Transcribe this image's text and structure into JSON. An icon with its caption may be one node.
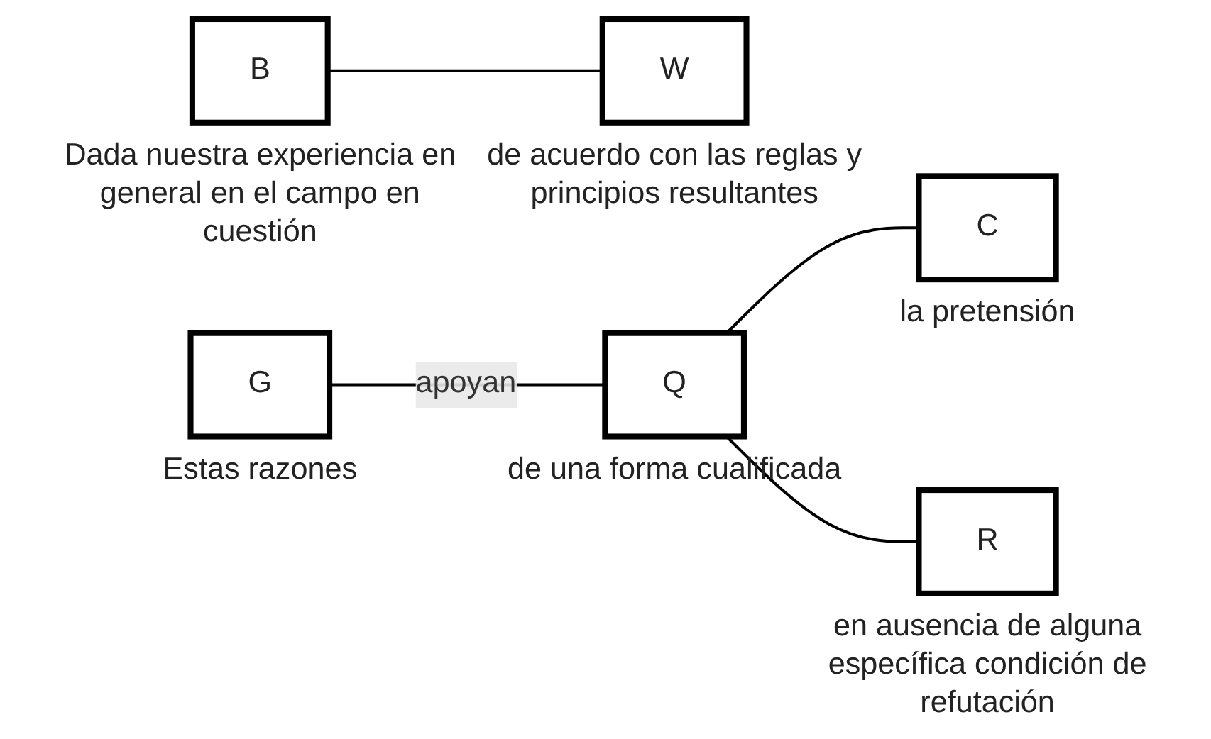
{
  "diagram": {
    "nodes": [
      {
        "text": [
          "B"
        ],
        "beside": [
          "Dada nuestra experiencia en general en el campo en cuestión"
        ]
      },
      {
        "text": [
          "W"
        ],
        "beside": [
          "de acuerdo con las reglas y principios resultantes"
        ]
      },
      {
        "text": [
          "G"
        ],
        "beside": [
          "Estas razones"
        ]
      },
      {
        "text": [
          "Q"
        ],
        "beside": [
          "de una forma cualificada"
        ]
      },
      {
        "text": [
          "C"
        ],
        "beside": [
          "la pretensión"
        ]
      },
      {
        "text": [
          "R"
        ],
        "beside": [
          "en ausencia de alguna específica condición de refutación"
        ]
      }
    ],
    "edges": [
      {
        "from": 0,
        "to": 1,
        "arrow": "none"
      },
      {
        "from": 2,
        "to": 3,
        "arrow": "none",
        "label": "apoyan"
      },
      {
        "from": 3,
        "to": 4,
        "arrow": "none"
      },
      {
        "from": 3,
        "to": 5,
        "arrow": "none"
      }
    ]
  }
}
